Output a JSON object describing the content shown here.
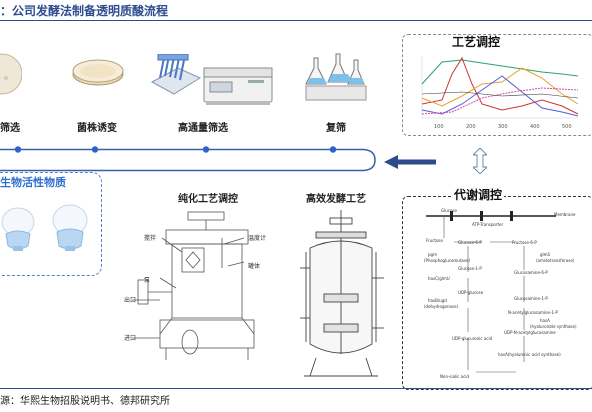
{
  "header": {
    "title": "：公司发酵法制备透明质酸流程"
  },
  "top_stages": [
    "筛选",
    "菌株诱变",
    "高通量筛选",
    "复筛"
  ],
  "left_box": {
    "title": "生物活性物质"
  },
  "mid_stages": {
    "purification": "纯化工艺调控",
    "fermentation": "高效发酵工艺"
  },
  "equipment_labels": {
    "stirrer": "搅拌",
    "temp_probe": "温度计",
    "tank": "罐体",
    "pump": "泵",
    "outlet": "出口",
    "inlet": "进口"
  },
  "process_panel": {
    "title": "工艺调控",
    "x_ticks": [
      "100",
      "200",
      "300",
      "400",
      "500"
    ]
  },
  "metabolic_panel": {
    "title": "代谢调控",
    "nodes": [
      "Glucose",
      "ATP-Transporter",
      "Membrane",
      "Fructose",
      "Glucose-6-P",
      "Fructose-6-P",
      "pgm",
      "(Phosphoglucomutase)",
      "Glucose-1-P",
      "glmS",
      "(amidotransferase)",
      "hasC/glmU",
      "UDP-glucose",
      "Glucosamine-6-P",
      "hasB/ugd",
      "(dehydrogenase)",
      "Glucosamine-1-P",
      "N-acetylglucosamine-1-P",
      "hasA",
      "(hyaluronate synthase)",
      "UDP-glucuronic acid",
      "UDP-N-acetylglucosamine",
      "hasA(hyaluronic acid synthase)",
      "Non-sialic acid"
    ]
  },
  "footer": {
    "source": "源：华熙生物招股说明书、德邦研究所"
  },
  "colors": {
    "accent": "#2e4d8f",
    "flow_line": "#3a5faa",
    "dot": "#2a64c8",
    "arrow": "#2d4a8a"
  }
}
